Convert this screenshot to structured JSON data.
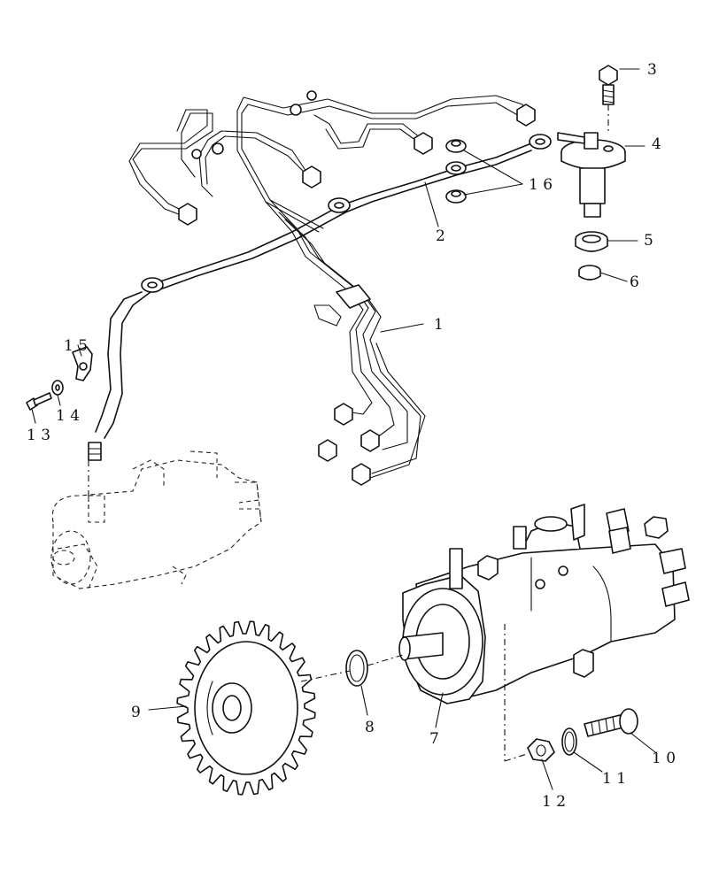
{
  "diagram": {
    "callouts": [
      {
        "id": "c1",
        "text": "1"
      },
      {
        "id": "c2",
        "text": "2"
      },
      {
        "id": "c3",
        "text": "3"
      },
      {
        "id": "c4",
        "text": "4"
      },
      {
        "id": "c5",
        "text": "5"
      },
      {
        "id": "c6",
        "text": "6"
      },
      {
        "id": "c7",
        "text": "7"
      },
      {
        "id": "c8",
        "text": "8"
      },
      {
        "id": "c9",
        "text": "9"
      },
      {
        "id": "c10",
        "text": "1 0"
      },
      {
        "id": "c11",
        "text": "1 1"
      },
      {
        "id": "c12",
        "text": "1 2"
      },
      {
        "id": "c13",
        "text": "1 3"
      },
      {
        "id": "c14",
        "text": "1 4"
      },
      {
        "id": "c15",
        "text": "1 5"
      },
      {
        "id": "c16",
        "text": "1 6"
      }
    ]
  }
}
